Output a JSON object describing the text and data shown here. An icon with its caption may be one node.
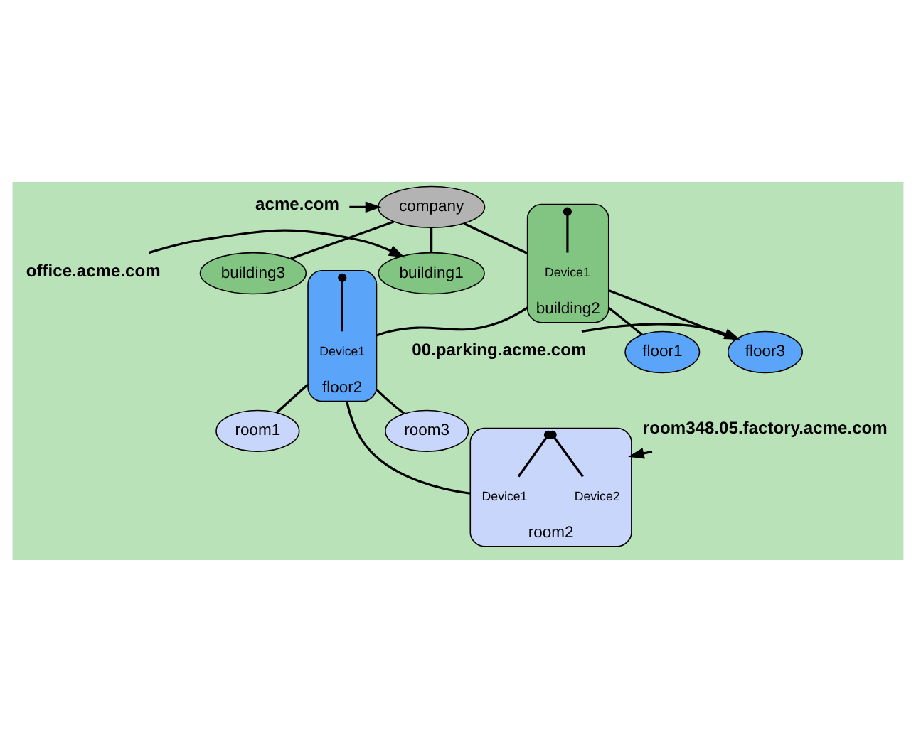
{
  "diagram": {
    "nodes": [
      {
        "text": [
          "acme.com"
        ]
      },
      {
        "text": [
          "company"
        ]
      },
      {
        "text": [
          "office.acme.com"
        ]
      },
      {
        "text": [
          "building1"
        ]
      },
      {
        "text": [
          "building2"
        ]
      },
      {
        "text": [
          "building3"
        ]
      },
      {
        "text": [
          "Device1"
        ],
        "in": 4
      },
      {
        "text": [
          "00.parking.acme.com"
        ]
      },
      {
        "text": [
          "floor1"
        ]
      },
      {
        "text": [
          "floor2"
        ]
      },
      {
        "text": [
          "floor3"
        ]
      },
      {
        "text": [
          "Device1"
        ],
        "in": 9
      },
      {
        "text": [
          "room1"
        ]
      },
      {
        "text": [
          "room2"
        ]
      },
      {
        "text": [
          "room3"
        ]
      },
      {
        "text": [
          "Device1"
        ],
        "in": 13
      },
      {
        "text": [
          "Device2"
        ],
        "in": 13
      },
      {
        "text": [
          "room348.05.factory.acme.com"
        ]
      }
    ],
    "edges": [
      {
        "from": 0,
        "to": 1,
        "arrow": "to"
      },
      {
        "from": 2,
        "to": 3,
        "arrow": "to"
      },
      {
        "from": 1,
        "to": 3,
        "arrow": "none"
      },
      {
        "from": 1,
        "to": 4,
        "arrow": "none"
      },
      {
        "from": 1,
        "to": 5,
        "arrow": "none"
      },
      {
        "from": 4,
        "to": 6,
        "arrow": "other"
      },
      {
        "from": 4,
        "to": 8,
        "arrow": "none"
      },
      {
        "from": 4,
        "to": 9,
        "arrow": "none"
      },
      {
        "from": 4,
        "to": 10,
        "arrow": "none"
      },
      {
        "from": 7,
        "to": 10,
        "arrow": "to"
      },
      {
        "from": 9,
        "to": 11,
        "arrow": "other"
      },
      {
        "from": 9,
        "to": 12,
        "arrow": "none"
      },
      {
        "from": 9,
        "to": 13,
        "arrow": "none"
      },
      {
        "from": 9,
        "to": 14,
        "arrow": "none"
      },
      {
        "from": 13,
        "to": 15,
        "arrow": "other"
      },
      {
        "from": 13,
        "to": 16,
        "arrow": "other"
      },
      {
        "from": 17,
        "to": 13,
        "arrow": "to"
      }
    ]
  }
}
